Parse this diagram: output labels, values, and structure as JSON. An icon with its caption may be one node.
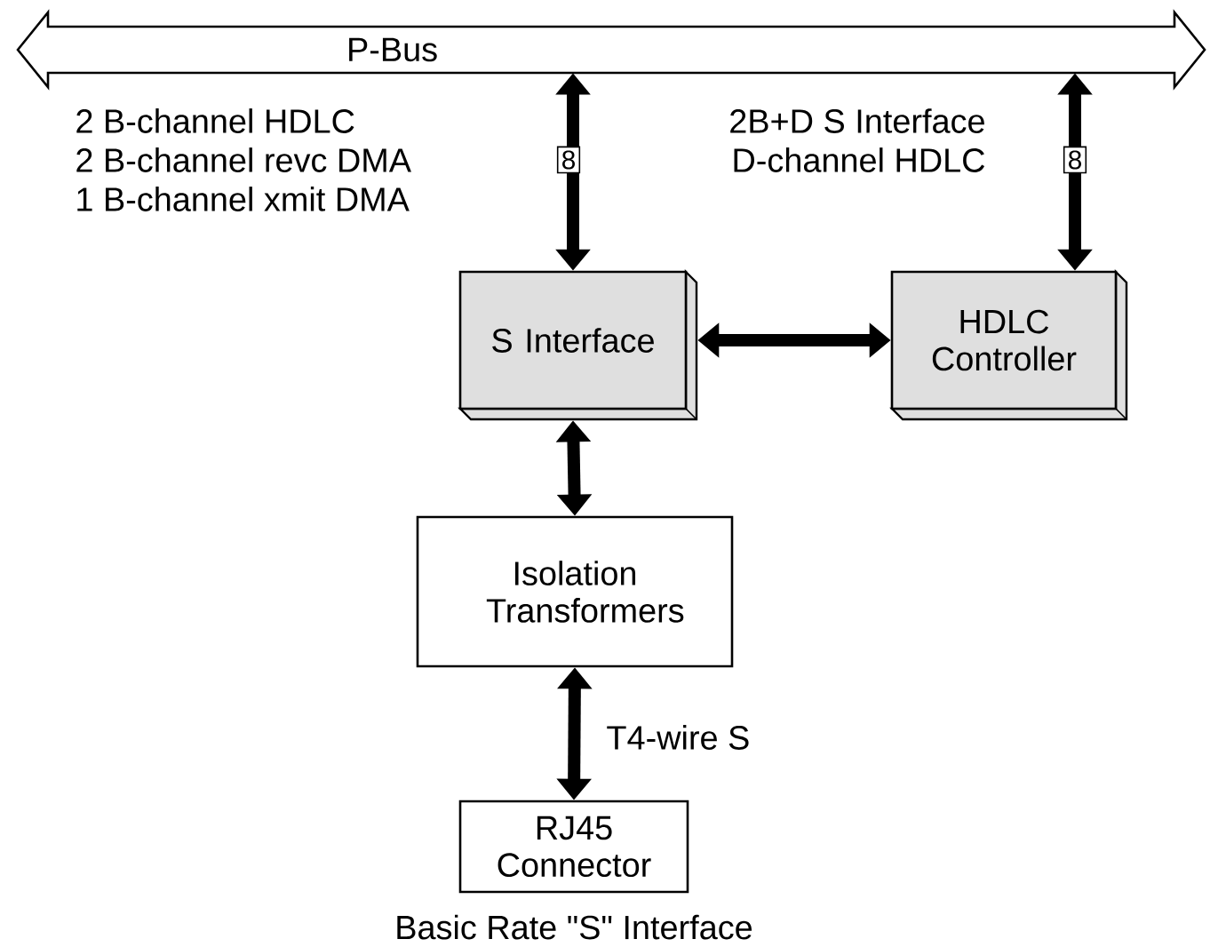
{
  "diagram": {
    "nodes": [
      {
        "text": [
          "P-Bus"
        ]
      },
      {
        "text": [
          "S Interface"
        ]
      },
      {
        "text": [
          "HDLC Controller"
        ]
      },
      {
        "text": [
          "Isolation Transformers"
        ]
      },
      {
        "text": [
          "RJ45 Connector"
        ],
        "beside": [
          "Basic Rate \"S\" Interface"
        ]
      }
    ],
    "edges": [
      {
        "from": 0,
        "to": 1,
        "arrow": "both",
        "label": "8"
      },
      {
        "from": 0,
        "to": 2,
        "arrow": "both",
        "label": "8"
      },
      {
        "from": 1,
        "to": 2,
        "arrow": "both"
      },
      {
        "from": 1,
        "to": 3,
        "arrow": "both"
      },
      {
        "from": 3,
        "to": 4,
        "arrow": "both",
        "label": "T4-wire S"
      }
    ],
    "labels": [
      "2 B-channel HDLC",
      "2 B-channel revc DMA",
      "1 B-channel xmit DMA",
      "2B+D S Interface",
      "D-channel HDLC"
    ]
  }
}
